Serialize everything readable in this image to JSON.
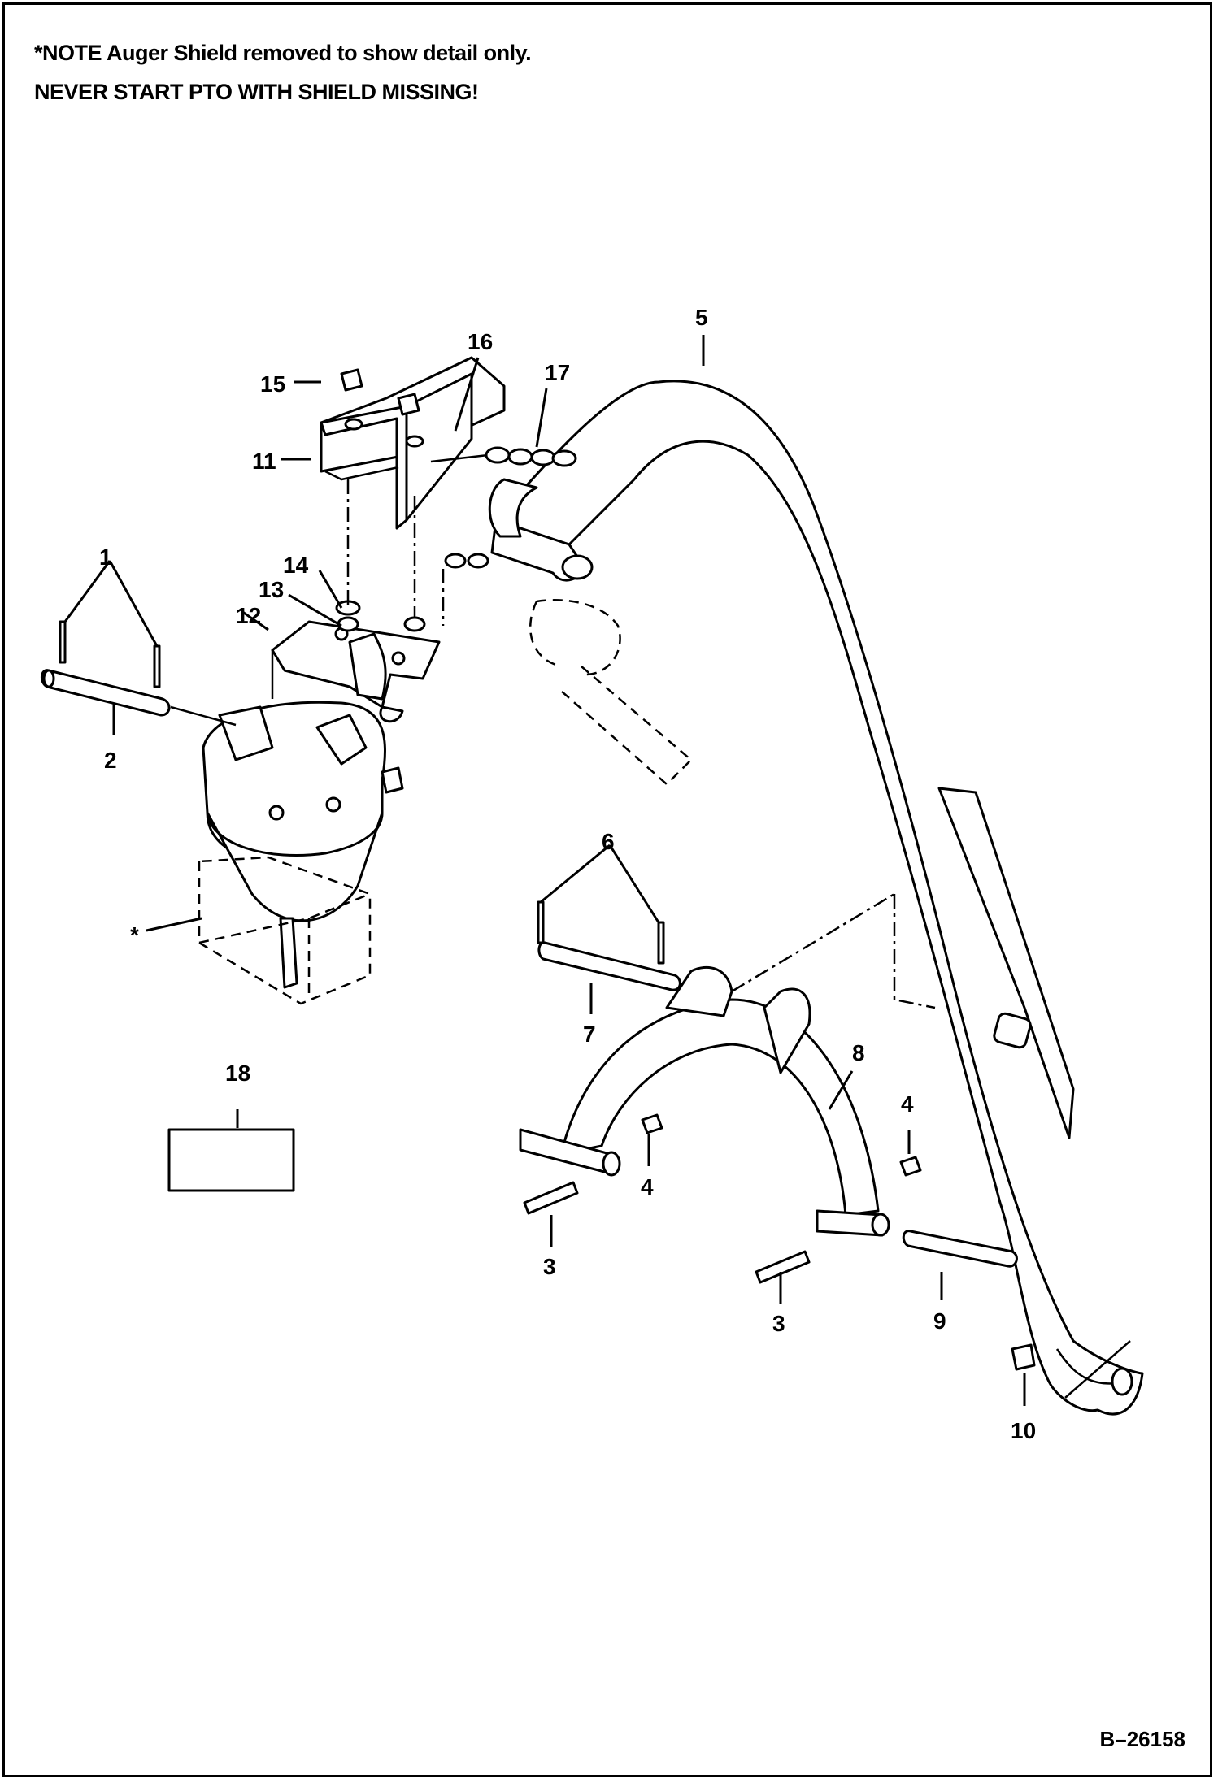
{
  "note": {
    "line1": "*NOTE  Auger Shield removed to show detail only.",
    "line2": "NEVER START PTO WITH SHIELD MISSING!"
  },
  "drawing_number": "B–26158",
  "callouts": {
    "c1": "1",
    "c2": "2",
    "c3a": "3",
    "c3b": "3",
    "c4a": "4",
    "c4b": "4",
    "c5": "5",
    "c6": "6",
    "c7": "7",
    "c8": "8",
    "c9": "9",
    "c10": "10",
    "c11": "11",
    "c12": "12",
    "c13": "13",
    "c14": "14",
    "c15": "15",
    "c16": "16",
    "c17": "17",
    "c18": "18",
    "star": "*"
  }
}
